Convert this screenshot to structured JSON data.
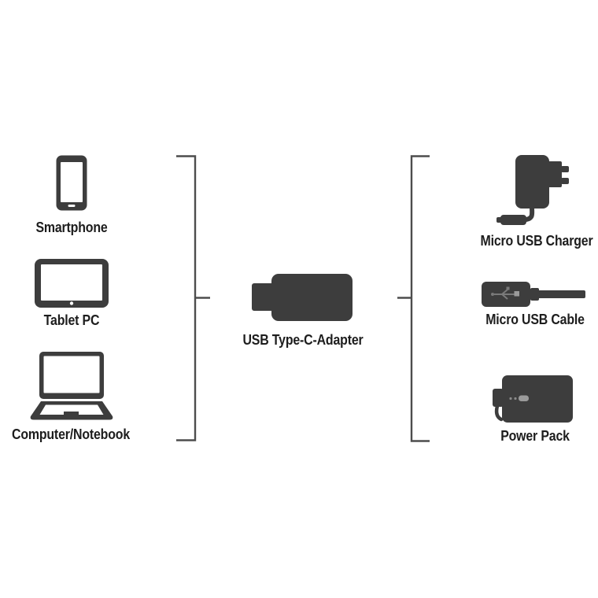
{
  "diagram": {
    "adapter": {
      "label": "USB Type-C-Adapter"
    },
    "left_devices": [
      {
        "label": "Smartphone"
      },
      {
        "label": "Tablet PC"
      },
      {
        "label": "Computer/Notebook"
      }
    ],
    "right_devices": [
      {
        "label": "Micro USB Charger"
      },
      {
        "label": "Micro USB Cable"
      },
      {
        "label": "Power Pack"
      }
    ],
    "icons": {
      "adapter": "usb-type-c-adapter-icon",
      "left": [
        "smartphone-icon",
        "tablet-pc-icon",
        "laptop-icon"
      ],
      "right": [
        "micro-usb-charger-icon",
        "micro-usb-cable-icon",
        "power-pack-icon"
      ]
    },
    "colors": {
      "icon_fill": "#3d3d3d",
      "icon_detail": "#8a8a8a",
      "label_text": "#1d1d1d",
      "bracket_stroke": "#4d4d4d",
      "background": "#ffffff"
    }
  }
}
